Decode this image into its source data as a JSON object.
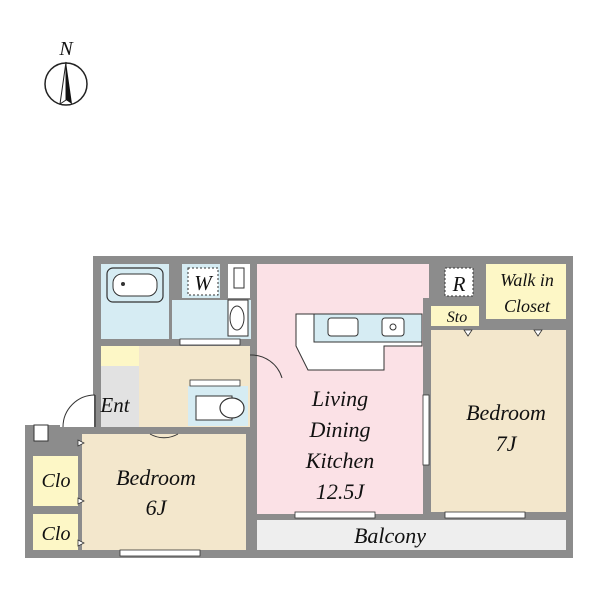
{
  "compass": {
    "label": "N"
  },
  "rooms": {
    "wc": "W",
    "refrigerator": "R",
    "walk_in_closet_line1": "Walk in",
    "walk_in_closet_line2": "Closet",
    "storage": "Sto",
    "entrance": "Ent",
    "ldk_line1": "Living",
    "ldk_line2": "Dining",
    "ldk_line3": "Kitchen",
    "ldk_line4": "12.5J",
    "bedroom_right_line1": "Bedroom",
    "bedroom_right_line2": "7J",
    "bedroom_left_line1": "Bedroom",
    "bedroom_left_line2": "6J",
    "closet_upper": "Clo",
    "closet_lower": "Clo",
    "balcony": "Balcony"
  },
  "colors": {
    "wall": "#8c8c8c",
    "ldk_floor": "#fbe1e6",
    "bedroom_floor": "#f3e7cc",
    "wet_area": "#d6ecf3",
    "closet_floor": "#fdf7c6",
    "entrance_floor": "#e2e2e2",
    "balcony_floor": "#eeeeee"
  }
}
